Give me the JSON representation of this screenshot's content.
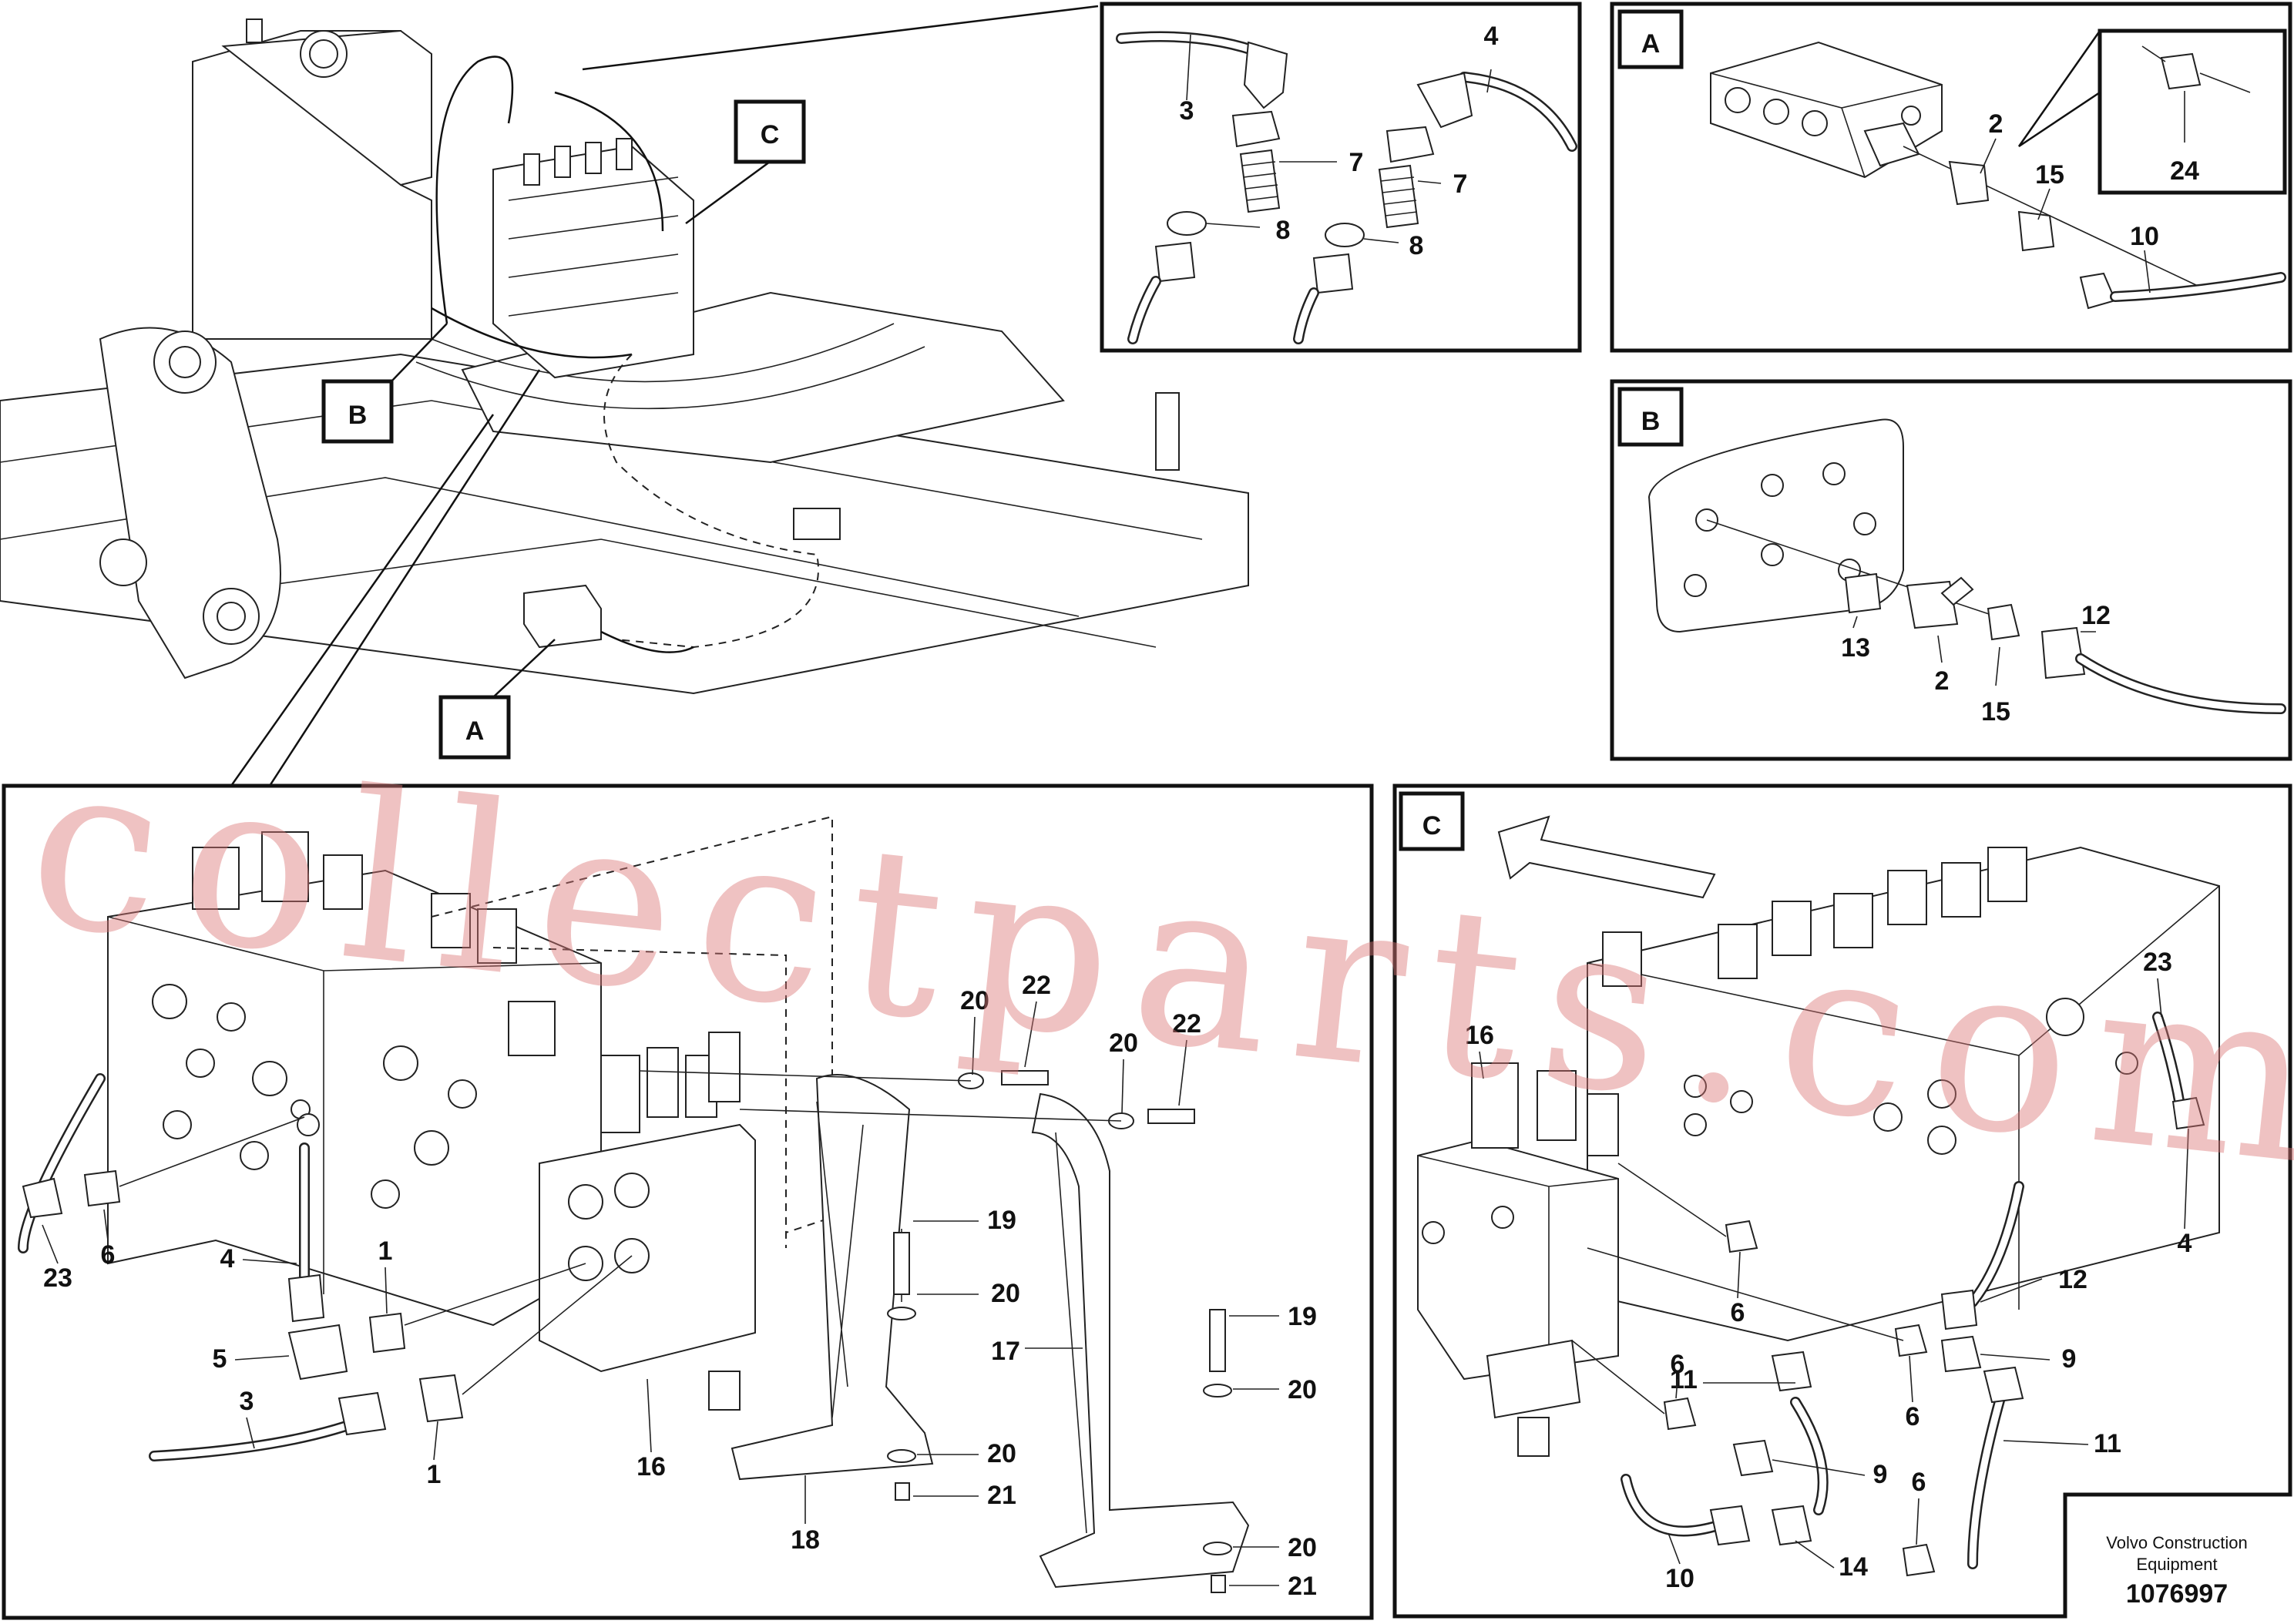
{
  "views": {
    "overview_labels": {
      "a": "A",
      "b": "B",
      "c": "C"
    },
    "detail_a": {
      "tag": "A",
      "callouts": [
        "2",
        "15",
        "10",
        "24"
      ]
    },
    "detail_b": {
      "tag": "B",
      "callouts": [
        "13",
        "2",
        "15",
        "12"
      ]
    },
    "detail_c": {
      "tag": "C",
      "callouts": [
        "16",
        "23",
        "4",
        "12",
        "6",
        "9",
        "11",
        "6",
        "9",
        "6",
        "11",
        "6",
        "14",
        "10"
      ]
    },
    "detail_top": {
      "callouts": [
        "3",
        "7",
        "8",
        "4",
        "7",
        "8"
      ]
    },
    "main": {
      "callouts": [
        "23",
        "6",
        "4",
        "1",
        "5",
        "3",
        "1",
        "16",
        "20",
        "22",
        "20",
        "22",
        "19",
        "20",
        "18",
        "20",
        "21",
        "17",
        "19",
        "20",
        "20",
        "21"
      ]
    }
  },
  "footer": {
    "company_line1": "Volvo Construction",
    "company_line2": "Equipment",
    "drawing_number": "1076997"
  },
  "watermark": "collectparts.com"
}
